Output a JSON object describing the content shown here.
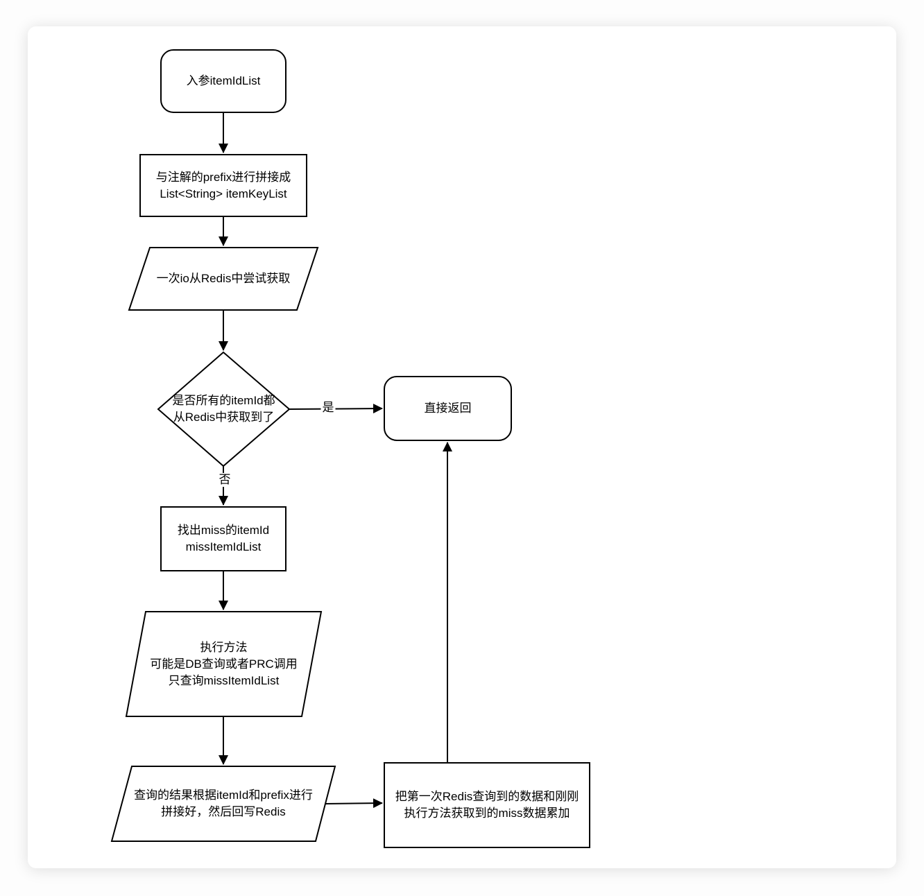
{
  "diagram": {
    "nodes": {
      "start": {
        "shape": "rounded-rectangle",
        "lines": [
          "入参itemIdList"
        ]
      },
      "concat_prefix": {
        "shape": "rectangle",
        "lines": [
          "与注解的prefix进行拼接成",
          "List<String> itemKeyList"
        ]
      },
      "redis_fetch": {
        "shape": "parallelogram",
        "lines": [
          "一次io从Redis中尝试获取"
        ]
      },
      "all_hit_decision": {
        "shape": "diamond",
        "lines": [
          "是否所有的itemId都",
          "从Redis中获取到了"
        ]
      },
      "direct_return": {
        "shape": "rounded-rectangle",
        "lines": [
          "直接返回"
        ]
      },
      "find_miss": {
        "shape": "rectangle",
        "lines": [
          "找出miss的itemId",
          "missItemIdList"
        ]
      },
      "execute_method": {
        "shape": "parallelogram",
        "lines": [
          "执行方法",
          "可能是DB查询或者PRC调用",
          "只查询missItemIdList"
        ]
      },
      "writeback_redis": {
        "shape": "parallelogram",
        "lines": [
          "查询的结果根据itemId和prefix进行",
          "拼接好，然后回写Redis"
        ]
      },
      "merge_data": {
        "shape": "rectangle",
        "lines": [
          "把第一次Redis查询到的数据和刚刚",
          "执行方法获取到的miss数据累加"
        ]
      }
    },
    "edge_labels": {
      "yes": "是",
      "no": "否"
    },
    "colors": {
      "node_fill": "#ffffff",
      "node_stroke": "#000000",
      "text": "#000000",
      "card_background": "#ffffff",
      "page_background": "#fdfdfd"
    }
  }
}
